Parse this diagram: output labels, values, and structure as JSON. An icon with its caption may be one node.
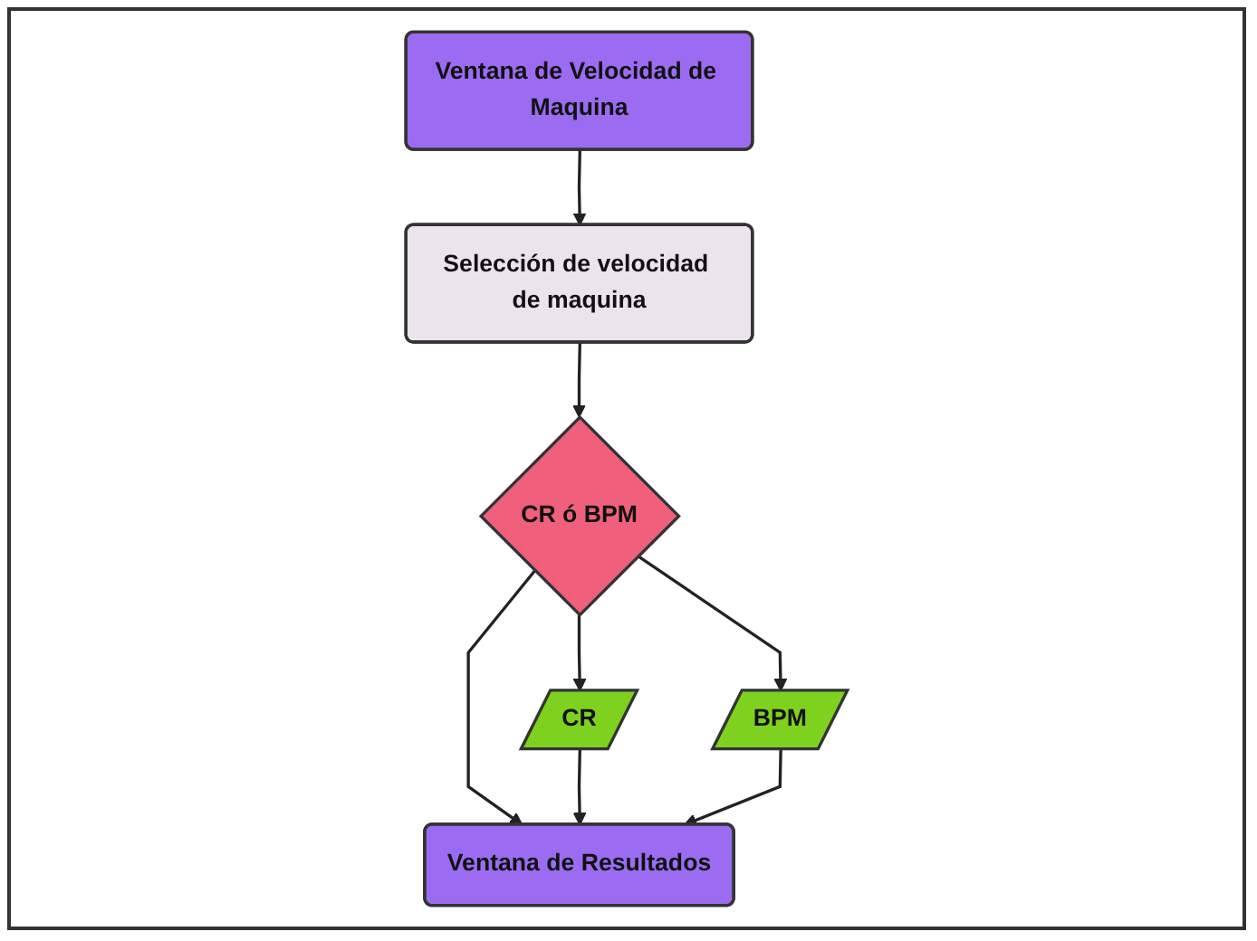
{
  "diagram": {
    "nodes": [
      {
        "text": [
          "Ventana de Velocidad de Maquina"
        ]
      },
      {
        "text": [
          "Selección de velocidad de maquina"
        ]
      },
      {
        "text": [
          "CR ó BPM"
        ]
      },
      {
        "text": [
          "CR"
        ]
      },
      {
        "text": [
          "BPM"
        ]
      },
      {
        "text": [
          "Ventana de Resultados"
        ]
      }
    ],
    "edges": [
      {
        "from": 0,
        "to": 1,
        "arrow": "to"
      },
      {
        "from": 1,
        "to": 2,
        "arrow": "to"
      },
      {
        "from": 2,
        "to": 3,
        "arrow": "to"
      },
      {
        "from": 2,
        "to": 5,
        "arrow": "to"
      },
      {
        "from": 2,
        "to": 4,
        "arrow": "to"
      },
      {
        "from": 3,
        "to": 5,
        "arrow": "to"
      },
      {
        "from": 4,
        "to": 5,
        "arrow": "to"
      }
    ]
  }
}
